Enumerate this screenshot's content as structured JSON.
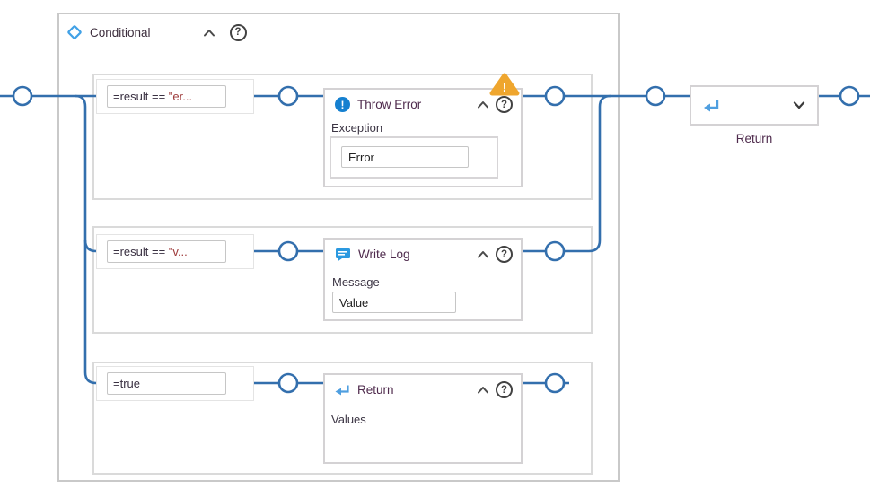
{
  "flow": {
    "conditional": {
      "title": "Conditional",
      "branches": [
        {
          "condition": {
            "expr": "=result == ",
            "str": "\"er..."
          },
          "node": {
            "title": "Throw Error",
            "field_label": "Exception",
            "field_value": "Error",
            "has_warning": true
          }
        },
        {
          "condition": {
            "expr": "=result == ",
            "str": "\"v..."
          },
          "node": {
            "title": "Write Log",
            "field_label": "Message",
            "field_value": "Value",
            "has_warning": false
          }
        },
        {
          "condition": {
            "expr": "=true",
            "str": ""
          },
          "node": {
            "title": "Return",
            "field_label": "Values",
            "has_warning": false
          }
        }
      ]
    },
    "return_node": {
      "caption": "Return"
    },
    "glyphs": {
      "help": "?",
      "exclamation": "!"
    },
    "colors": {
      "line_blue": "#336fad",
      "diamond_blue": "#41a1e6",
      "error_icon_bg": "#1580d0",
      "log_icon_bg": "#2b99e0",
      "return_arrow_blue": "#4f9fe0",
      "warning_amber": "#efa62e",
      "title_plum": "#4f2b4d",
      "container_gray": "#c9c9c9"
    }
  }
}
